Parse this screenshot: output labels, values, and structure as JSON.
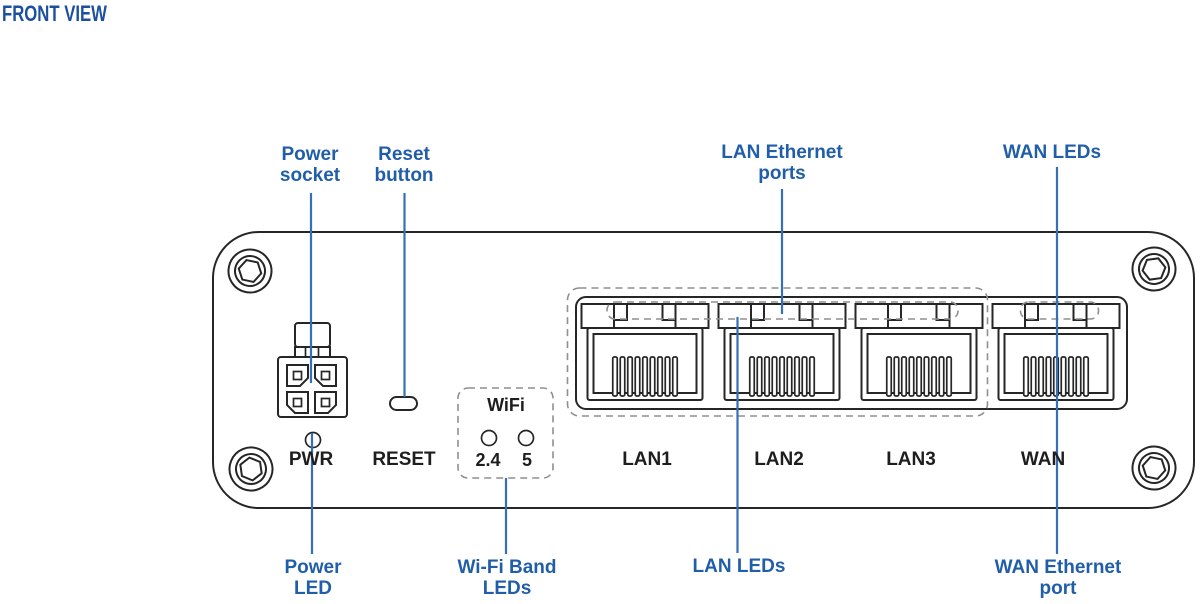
{
  "title": "FRONT VIEW",
  "callouts": {
    "power_socket": {
      "line1": "Power",
      "line2": "socket"
    },
    "reset_button": {
      "line1": "Reset",
      "line2": "button"
    },
    "lan_ethernet_ports": {
      "line1": "LAN Ethernet",
      "line2": "ports"
    },
    "wan_leds": {
      "line1": "WAN LEDs"
    },
    "power_led": {
      "line1": "Power",
      "line2": "LED"
    },
    "wifi_band_leds": {
      "line1": "Wi-Fi Band",
      "line2": "LEDs"
    },
    "lan_leds": {
      "line1": "LAN LEDs"
    },
    "wan_ethernet_port": {
      "line1": "WAN Ethernet",
      "line2": "port"
    }
  },
  "panel_labels": {
    "pwr": "PWR",
    "reset": "RESET",
    "wifi": "WiFi",
    "band_2_4": "2.4",
    "band_5": "5"
  },
  "ports": [
    {
      "label": "LAN1"
    },
    {
      "label": "LAN2"
    },
    {
      "label": "LAN3"
    },
    {
      "label": "WAN"
    }
  ],
  "colors": {
    "label_blue": "#215EA9",
    "leader_line_blue": "#3470B4",
    "title_blue": "#1d4f9f",
    "outline_dark": "#262626",
    "dashed_gray": "#8f8f8f",
    "background": "#ffffff"
  }
}
